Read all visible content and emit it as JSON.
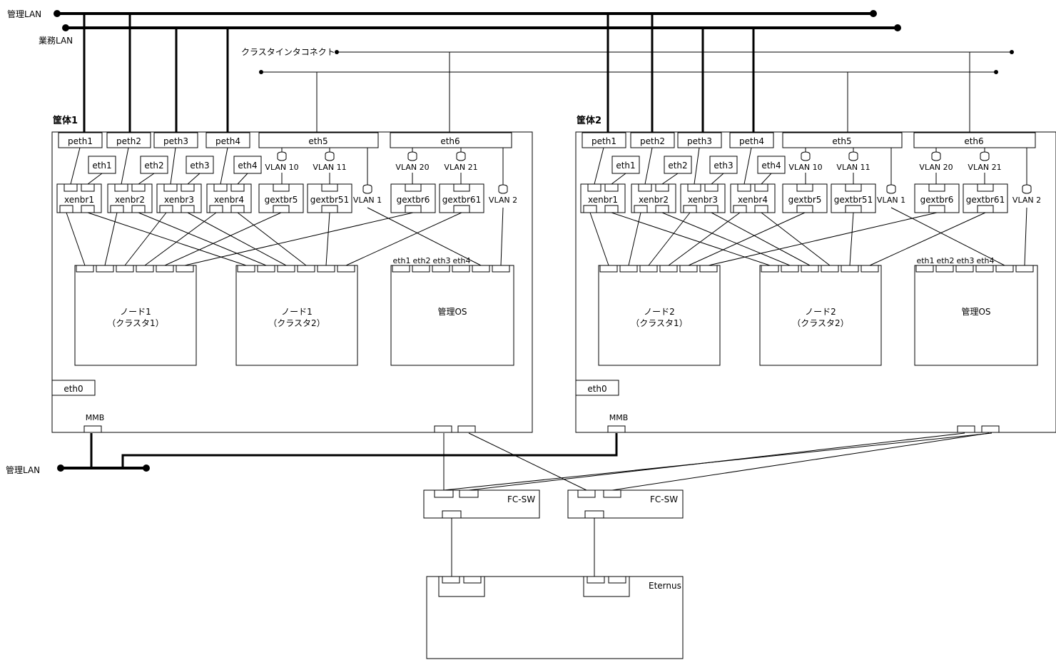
{
  "networks": {
    "mgmt_lan": "管理LAN",
    "business_lan": "業務LAN",
    "cluster_interconnect": "クラスタインタコネクト",
    "mgmt_lan_bottom": "管理LAN"
  },
  "chassis": [
    {
      "title": "筐体1",
      "peth": [
        "peth1",
        "peth2",
        "peth3",
        "peth4"
      ],
      "eth_top": [
        "eth5",
        "eth6"
      ],
      "eth_small": [
        "eth1",
        "eth2",
        "eth3",
        "eth4"
      ],
      "xenbr": [
        "xenbr1",
        "xenbr2",
        "xenbr3",
        "xenbr4"
      ],
      "gextbr": [
        "gextbr5",
        "gextbr51",
        "gextbr6",
        "gextbr61"
      ],
      "vlans": [
        "VLAN 10",
        "VLAN 11",
        "VLAN 20",
        "VLAN 21"
      ],
      "vlan_side": [
        "VLAN 1",
        "VLAN 2"
      ],
      "nodes": [
        {
          "line1": "ノード1",
          "line2": "（クラスタ1）"
        },
        {
          "line1": "ノード1",
          "line2": "（クラスタ2）"
        }
      ],
      "mgmt_os": "管理OS",
      "mgmt_ports": [
        "eth1",
        "eth2",
        "eth3",
        "eth4"
      ],
      "eth0": "eth0",
      "mmb": "MMB"
    },
    {
      "title": "筐体2",
      "peth": [
        "peth1",
        "peth2",
        "peth3",
        "peth4"
      ],
      "eth_top": [
        "eth5",
        "eth6"
      ],
      "eth_small": [
        "eth1",
        "eth2",
        "eth3",
        "eth4"
      ],
      "xenbr": [
        "xenbr1",
        "xenbr2",
        "xenbr3",
        "xenbr4"
      ],
      "gextbr": [
        "gextbr5",
        "gextbr51",
        "gextbr6",
        "gextbr61"
      ],
      "vlans": [
        "VLAN 10",
        "VLAN 11",
        "VLAN 20",
        "VLAN 21"
      ],
      "vlan_side": [
        "VLAN 1",
        "VLAN 2"
      ],
      "nodes": [
        {
          "line1": "ノード2",
          "line2": "（クラスタ1）"
        },
        {
          "line1": "ノード2",
          "line2": "（クラスタ2）"
        }
      ],
      "mgmt_os": "管理OS",
      "mgmt_ports": [
        "eth1",
        "eth2",
        "eth3",
        "eth4"
      ],
      "eth0": "eth0",
      "mmb": "MMB"
    }
  ],
  "fc_switches": [
    "FC-SW",
    "FC-SW"
  ],
  "storage": "Eternus"
}
